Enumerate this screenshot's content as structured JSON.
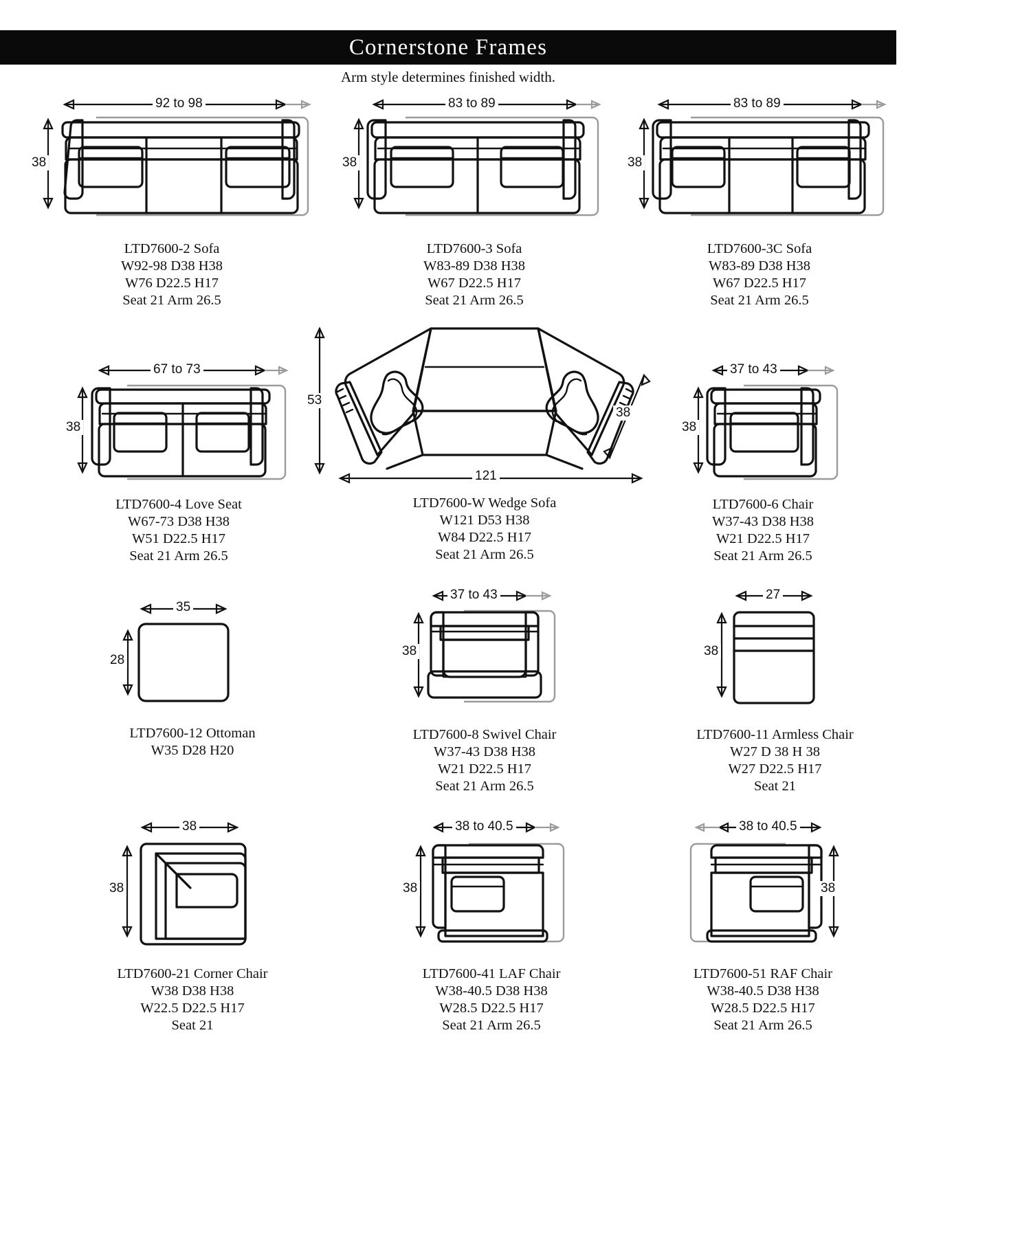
{
  "header": {
    "title": "Cornerstone Frames",
    "subtitle": "Arm style determines finished width.",
    "bar_color": "#0a0a0a",
    "text_color": "#ffffff"
  },
  "items": [
    {
      "id": "ltd7600-2",
      "name": "LTD7600-2 Sofa",
      "width_dim": "92 to 98",
      "height_dim": "38",
      "lines": [
        "LTD7600-2 Sofa",
        "W92-98 D38 H38",
        "W76 D22.5 H17",
        "Seat 21 Arm 26.5"
      ]
    },
    {
      "id": "ltd7600-3",
      "name": "LTD7600-3 Sofa",
      "width_dim": "83 to 89",
      "height_dim": "38",
      "lines": [
        "LTD7600-3 Sofa",
        "W83-89 D38 H38",
        "W67 D22.5 H17",
        "Seat 21 Arm 26.5"
      ]
    },
    {
      "id": "ltd7600-3c",
      "name": "LTD7600-3C Sofa",
      "width_dim": "83 to 89",
      "height_dim": "38",
      "lines": [
        "LTD7600-3C Sofa",
        "W83-89 D38 H38",
        "W67 D22.5 H17",
        "Seat 21 Arm 26.5"
      ]
    },
    {
      "id": "ltd7600-4",
      "name": "LTD7600-4 Love Seat",
      "width_dim": "67 to 73",
      "height_dim": "38",
      "lines": [
        "LTD7600-4 Love Seat",
        "W67-73 D38 H38",
        "W51 D22.5 H17",
        "Seat 21 Arm 26.5"
      ]
    },
    {
      "id": "ltd7600-w",
      "name": "LTD7600-W Wedge Sofa",
      "width_dim": "121",
      "height_dim": "53",
      "depth_dim": "38",
      "lines": [
        "LTD7600-W Wedge Sofa",
        "W121  D53  H38",
        "W84  D22.5  H17",
        "Seat 21  Arm 26.5"
      ]
    },
    {
      "id": "ltd7600-6",
      "name": "LTD7600-6 Chair",
      "width_dim": "37 to 43",
      "height_dim": "38",
      "lines": [
        "LTD7600-6 Chair",
        "W37-43 D38 H38",
        "W21 D22.5 H17",
        "Seat 21 Arm 26.5"
      ]
    },
    {
      "id": "ltd7600-12",
      "name": "LTD7600-12 Ottoman",
      "width_dim": "35",
      "height_dim": "28",
      "lines": [
        "LTD7600-12 Ottoman",
        "W35 D28 H20"
      ]
    },
    {
      "id": "ltd7600-8",
      "name": "LTD7600-8 Swivel Chair",
      "width_dim": "37 to 43",
      "height_dim": "38",
      "lines": [
        "LTD7600-8 Swivel Chair",
        "W37-43 D38 H38",
        "W21 D22.5 H17",
        "Seat 21 Arm 26.5"
      ]
    },
    {
      "id": "ltd7600-11",
      "name": "LTD7600-11 Armless Chair",
      "width_dim": "27",
      "height_dim": "38",
      "lines": [
        "LTD7600-11 Armless Chair",
        "W27 D 38 H 38",
        "W27 D22.5 H17",
        "Seat 21"
      ]
    },
    {
      "id": "ltd7600-21",
      "name": "LTD7600-21 Corner Chair",
      "width_dim": "38",
      "height_dim": "38",
      "lines": [
        "LTD7600-21 Corner Chair",
        "W38 D38 H38",
        "W22.5 D22.5 H17",
        "Seat 21"
      ]
    },
    {
      "id": "ltd7600-41",
      "name": "LTD7600-41 LAF Chair",
      "width_dim": "38 to 40.5",
      "height_dim": "38",
      "lines": [
        "LTD7600-41 LAF Chair",
        "W38-40.5  D38  H38",
        "W28.5  D22.5  H17",
        "Seat 21 Arm 26.5"
      ]
    },
    {
      "id": "ltd7600-51",
      "name": "LTD7600-51 RAF Chair",
      "width_dim": "38 to 40.5",
      "height_dim": "38",
      "lines": [
        "LTD7600-51 RAF Chair",
        "W38-40.5  D38  H38",
        "W28.5  D22.5  H17",
        "Seat 21 Arm 26.5"
      ]
    }
  ]
}
